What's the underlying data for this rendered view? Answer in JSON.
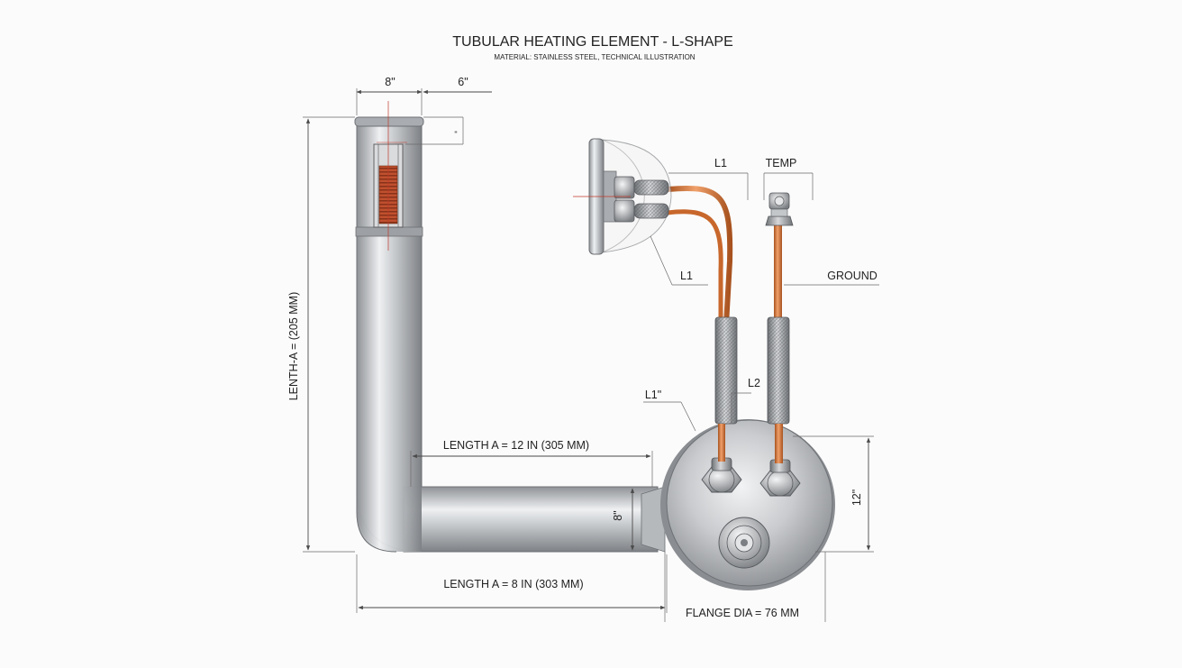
{
  "title": "TUBULAR HEATING ELEMENT - L-SHAPE",
  "subtitle": "MATERIAL: STAINLESS STEEL, TECHNICAL ILLUSTRATION",
  "labels": {
    "top_width_left": "8\"",
    "top_width_right": "6\"",
    "top_small_mark": "\"",
    "vertical_length": "LENTH-A = (205 MM)",
    "horizontal_length_upper": "LENGTH A = 12 IN (305 MM)",
    "horizontal_length_lower": "LENGTH A = 8 IN (303 MM)",
    "elbow_height": "8\"",
    "flange_height": "12\"",
    "flange_dia": "FLANGE DIA = 76 MM",
    "lead_l1_top": "L1",
    "lead_temp": "TEMP",
    "lead_l1_mid": "L1",
    "lead_ground": "GROUND",
    "lead_l1_lower": "L1\"",
    "lead_l2": "L2"
  },
  "colors": {
    "steel_dark": "#8a8d91",
    "steel_light": "#eef0f2",
    "copper": "#d9783a",
    "copper_dark": "#a8521f",
    "heating_coil": "#b8482a",
    "line": "#4a4a4a",
    "background": "#fbfbfb"
  }
}
